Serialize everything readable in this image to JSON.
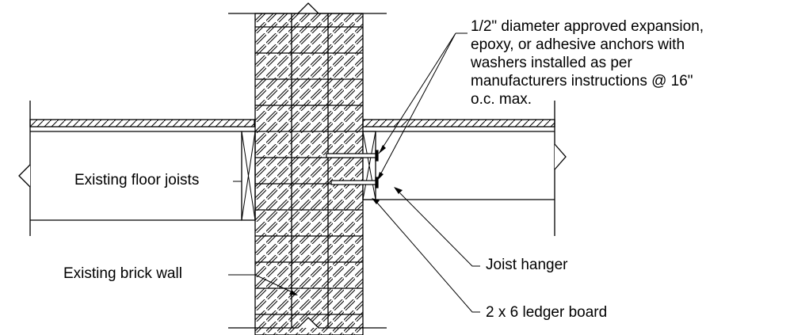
{
  "labels": {
    "anchor_note": "1/2\" diameter approved expansion,\nepoxy, or adhesive anchors with\nwashers installed as per\nmanufacturers instructions @ 16\"\no.c. max.",
    "floor_joists": "Existing floor joists",
    "brick_wall": "Existing brick wall",
    "joist_hanger": "Joist hanger",
    "ledger_board": "2 x 6 ledger board"
  },
  "colors": {
    "line": "#000000",
    "background": "#ffffff"
  }
}
